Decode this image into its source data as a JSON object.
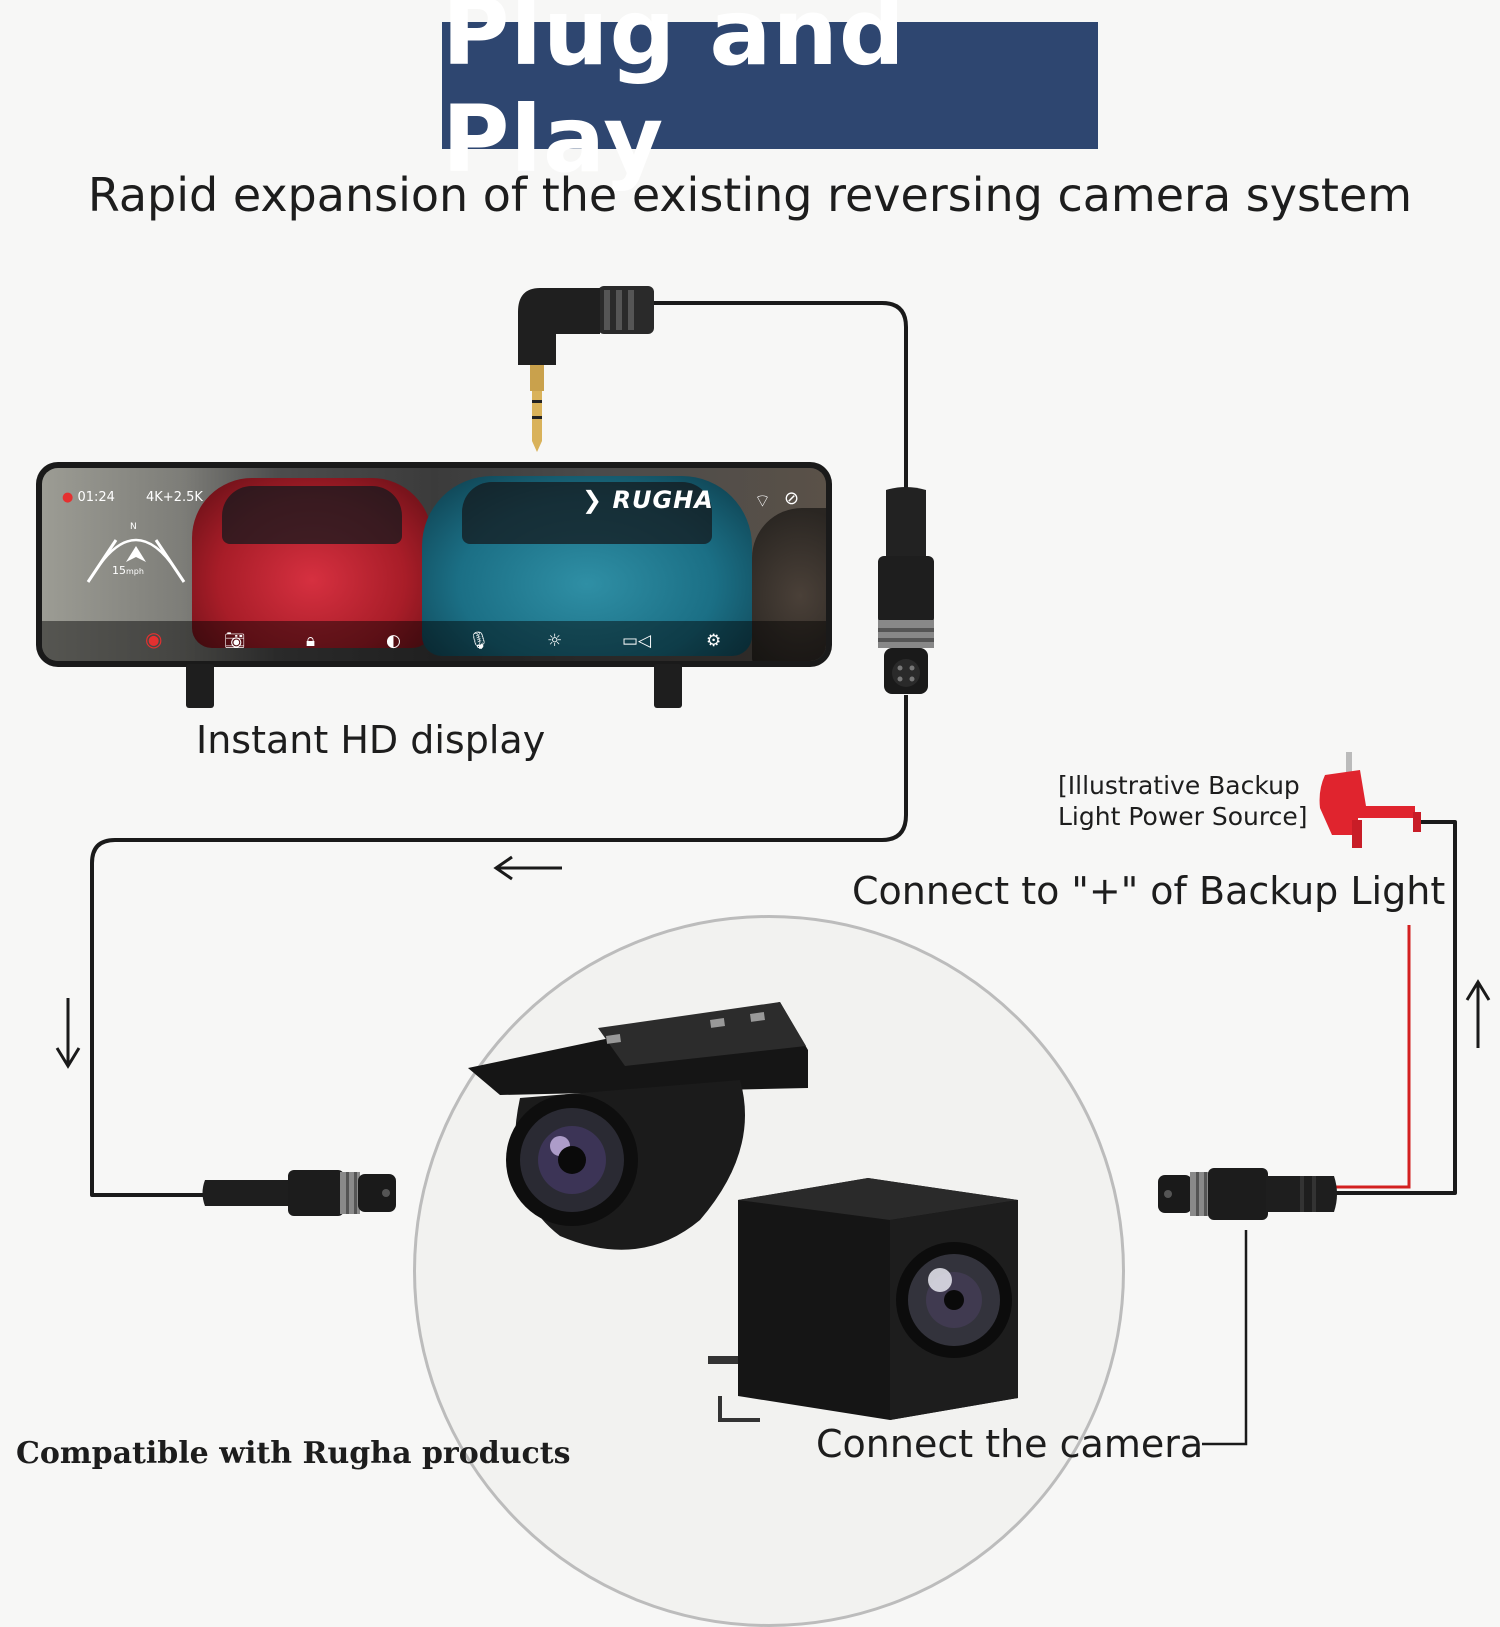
{
  "title": "Plug and Play",
  "subtitle": "Rapid expansion of the existing reversing camera system",
  "labels": {
    "instant_display": "Instant HD display",
    "power_source": "[Illustrative Backup\nLight Power Source]",
    "connect_backup_light": "Connect to \"+\" of Backup Light",
    "connect_camera": "Connect the camera",
    "compatible": "Compatible with Rugha products"
  },
  "mirror_screen": {
    "recording_time": "01:24",
    "resolution": "4K+2.5K",
    "brand": "RUGHA",
    "speed": "15",
    "speed_unit": "mph",
    "compass": "N",
    "toolbar_icons": [
      "record-icon",
      "camera-icon",
      "lock-icon",
      "horn-icon",
      "microphone-icon",
      "brightness-icon",
      "video-icon",
      "settings-icon"
    ]
  },
  "colors": {
    "title_bg": "#2e4670",
    "red_wire": "#d32020",
    "cable": "#1a1a1a",
    "plug_red": "#e0242e"
  }
}
